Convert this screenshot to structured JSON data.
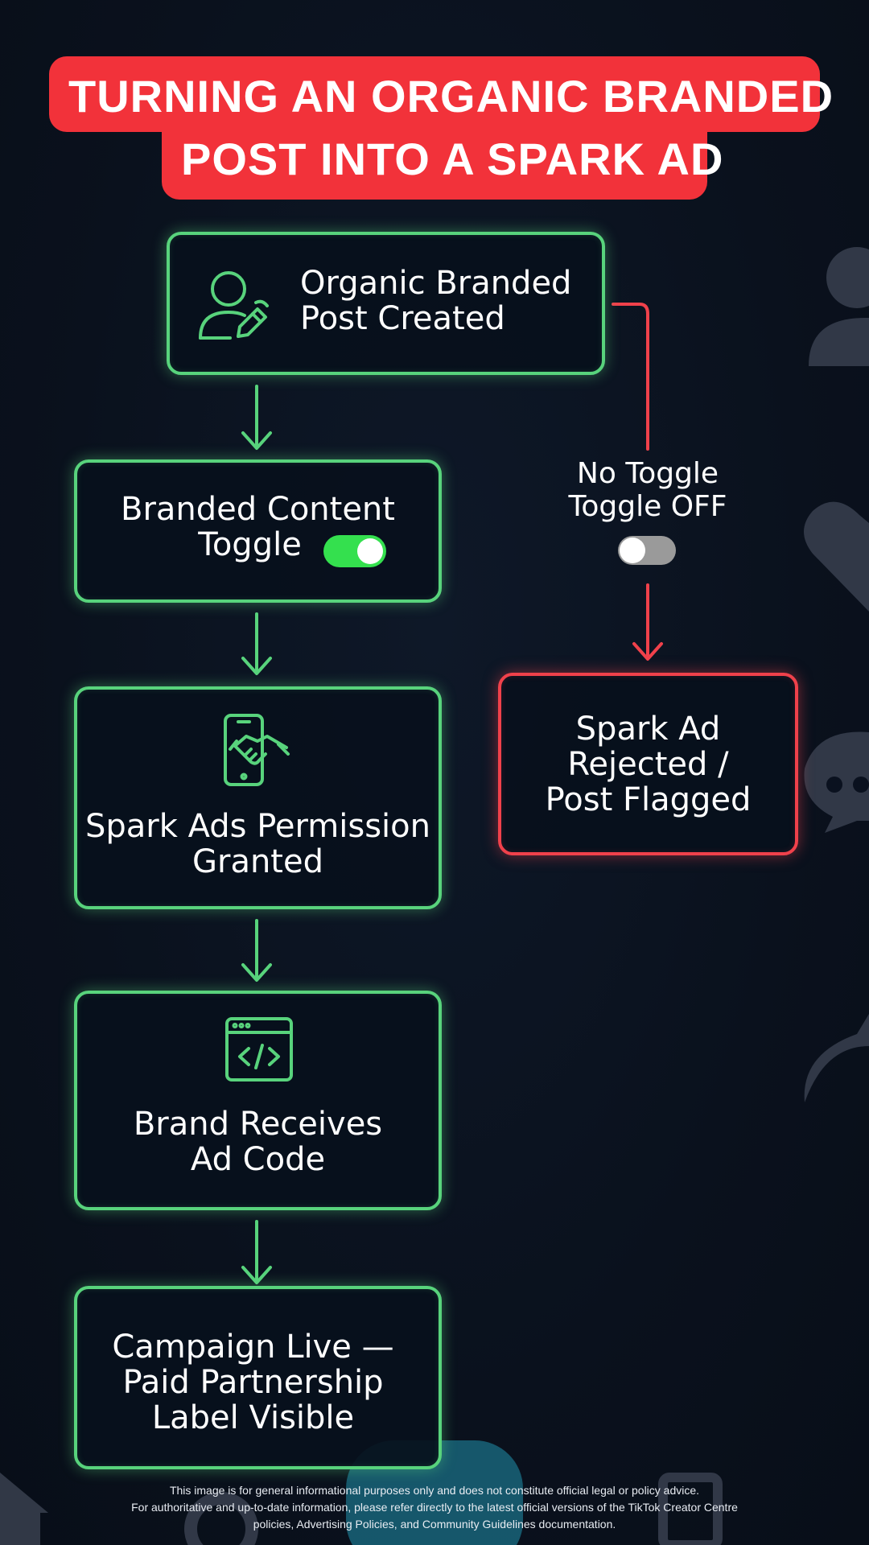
{
  "title": {
    "line1": "TURNING AN ORGANIC BRANDED",
    "line2": "POST INTO A SPARK AD"
  },
  "colors": {
    "background": "#0b1220",
    "title_bg": "#f2323a",
    "success": "#58d37c",
    "failure": "#f0414b",
    "toggle_on": "#34e04e",
    "toggle_off": "#9a9a9a"
  },
  "flow": {
    "start": {
      "line1": "Organic Branded",
      "line2": "Post Created",
      "icon": "user-edit-icon"
    },
    "toggle_step": {
      "line1": "Branded Content",
      "line2": "Toggle",
      "toggle_state": "on"
    },
    "permission": {
      "line1": "Spark Ads Permission",
      "line2": "Granted",
      "icon": "phone-handshake-icon"
    },
    "ad_code": {
      "line1": "Brand Receives",
      "line2": "Ad Code",
      "icon": "code-window-icon"
    },
    "live": {
      "line1": "Campaign Live —",
      "line2": "Paid Partnership",
      "line3": "Label Visible"
    }
  },
  "branch": {
    "label_line1": "No Toggle",
    "label_line2": "Toggle OFF",
    "toggle_state": "off",
    "outcome": {
      "line1": "Spark Ad",
      "line2": "Rejected /",
      "line3": "Post Flagged"
    }
  },
  "disclaimer": {
    "line1": "This image is for general informational purposes only and does not constitute official legal or policy advice.",
    "line2": "For authoritative and up-to-date information, please refer directly to the latest official versions of the TikTok Creator Centre",
    "line3": "policies, Advertising Policies, and Community Guidelines documentation."
  }
}
